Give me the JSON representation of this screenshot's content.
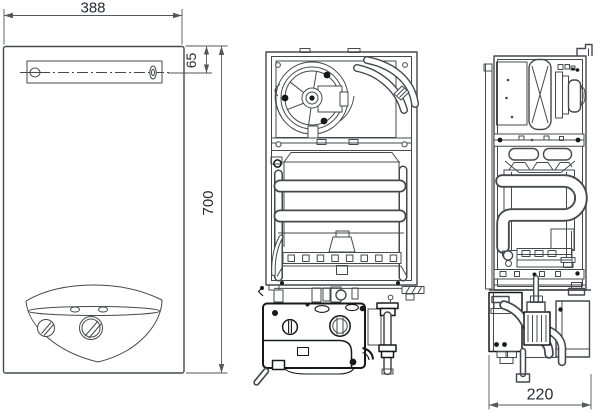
{
  "colors": {
    "paper": "#ffffff",
    "ink": "#45484d",
    "heavy": "#17181a",
    "dim": "#53565c",
    "dimtext": "#252b33"
  },
  "dimensions": {
    "width": "388",
    "bracket_offset": "65",
    "height": "700",
    "depth": "220"
  }
}
